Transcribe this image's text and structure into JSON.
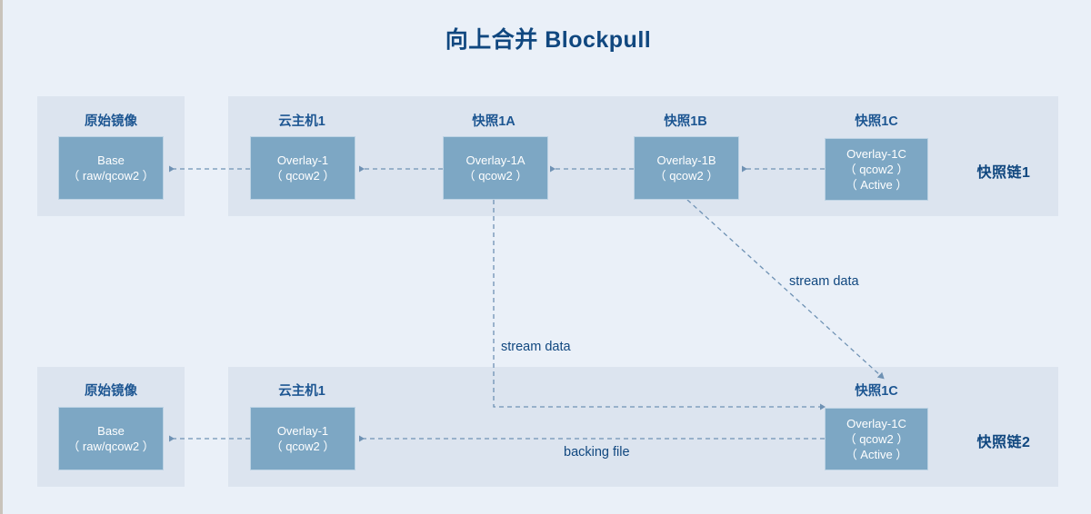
{
  "diagram": {
    "title": "向上合并 Blockpull",
    "accent_color": "#10477f",
    "band_color": "#dce4ef",
    "page_background": "#eaf0f8",
    "node_fill": "#7da7c4",
    "line_color": "#6f92b4"
  },
  "chain1": {
    "label": "快照链1",
    "groups": [
      {
        "title": "原始镜像",
        "box": {
          "line1": "Base",
          "line2": "（ raw/qcow2 ）",
          "line3": ""
        }
      },
      {
        "title": "云主机1",
        "box": {
          "line1": "Overlay-1",
          "line2": "（ qcow2 ）",
          "line3": ""
        }
      },
      {
        "title": "快照1A",
        "box": {
          "line1": "Overlay-1A",
          "line2": "（ qcow2 ）",
          "line3": ""
        }
      },
      {
        "title": "快照1B",
        "box": {
          "line1": "Overlay-1B",
          "line2": "（ qcow2 ）",
          "line3": ""
        }
      },
      {
        "title": "快照1C",
        "box": {
          "line1": "Overlay-1C",
          "line2": "（ qcow2 ）",
          "line3": "（ Active ）"
        }
      }
    ]
  },
  "chain2": {
    "label": "快照链2",
    "groups": [
      {
        "title": "原始镜像",
        "box": {
          "line1": "Base",
          "line2": "（ raw/qcow2 ）",
          "line3": ""
        }
      },
      {
        "title": "云主机1",
        "box": {
          "line1": "Overlay-1",
          "line2": "（ qcow2 ）",
          "line3": ""
        }
      },
      {
        "title": "快照1C",
        "box": {
          "line1": "Overlay-1C",
          "line2": "（ qcow2 ）",
          "line3": "（ Active ）"
        }
      }
    ]
  },
  "edges": {
    "stream_data_vertical": "stream data",
    "stream_data_diagonal": "stream data",
    "backing_file": "backing file"
  }
}
